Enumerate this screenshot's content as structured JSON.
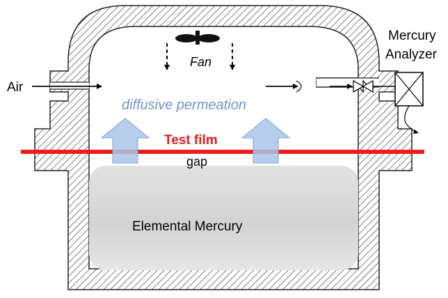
{
  "labels": {
    "air": "Air",
    "fan": "Fan",
    "diffusive": "diffusive permeation",
    "test_film": "Test film",
    "gap": "gap",
    "mercury": "Elemental Mercury",
    "analyzer_line1": "Mercury",
    "analyzer_line2": "Analyzer"
  },
  "colors": {
    "film": "#ee1c1c",
    "test_film_text": "#e81a1a",
    "diffusive_text": "#6f93c6",
    "arrow_fill": "#a9c4e8",
    "arrow_stroke": "#7ea4d6",
    "mercury_fill": "#d7d7d7",
    "wall_hatch": "#3a3a3a"
  }
}
